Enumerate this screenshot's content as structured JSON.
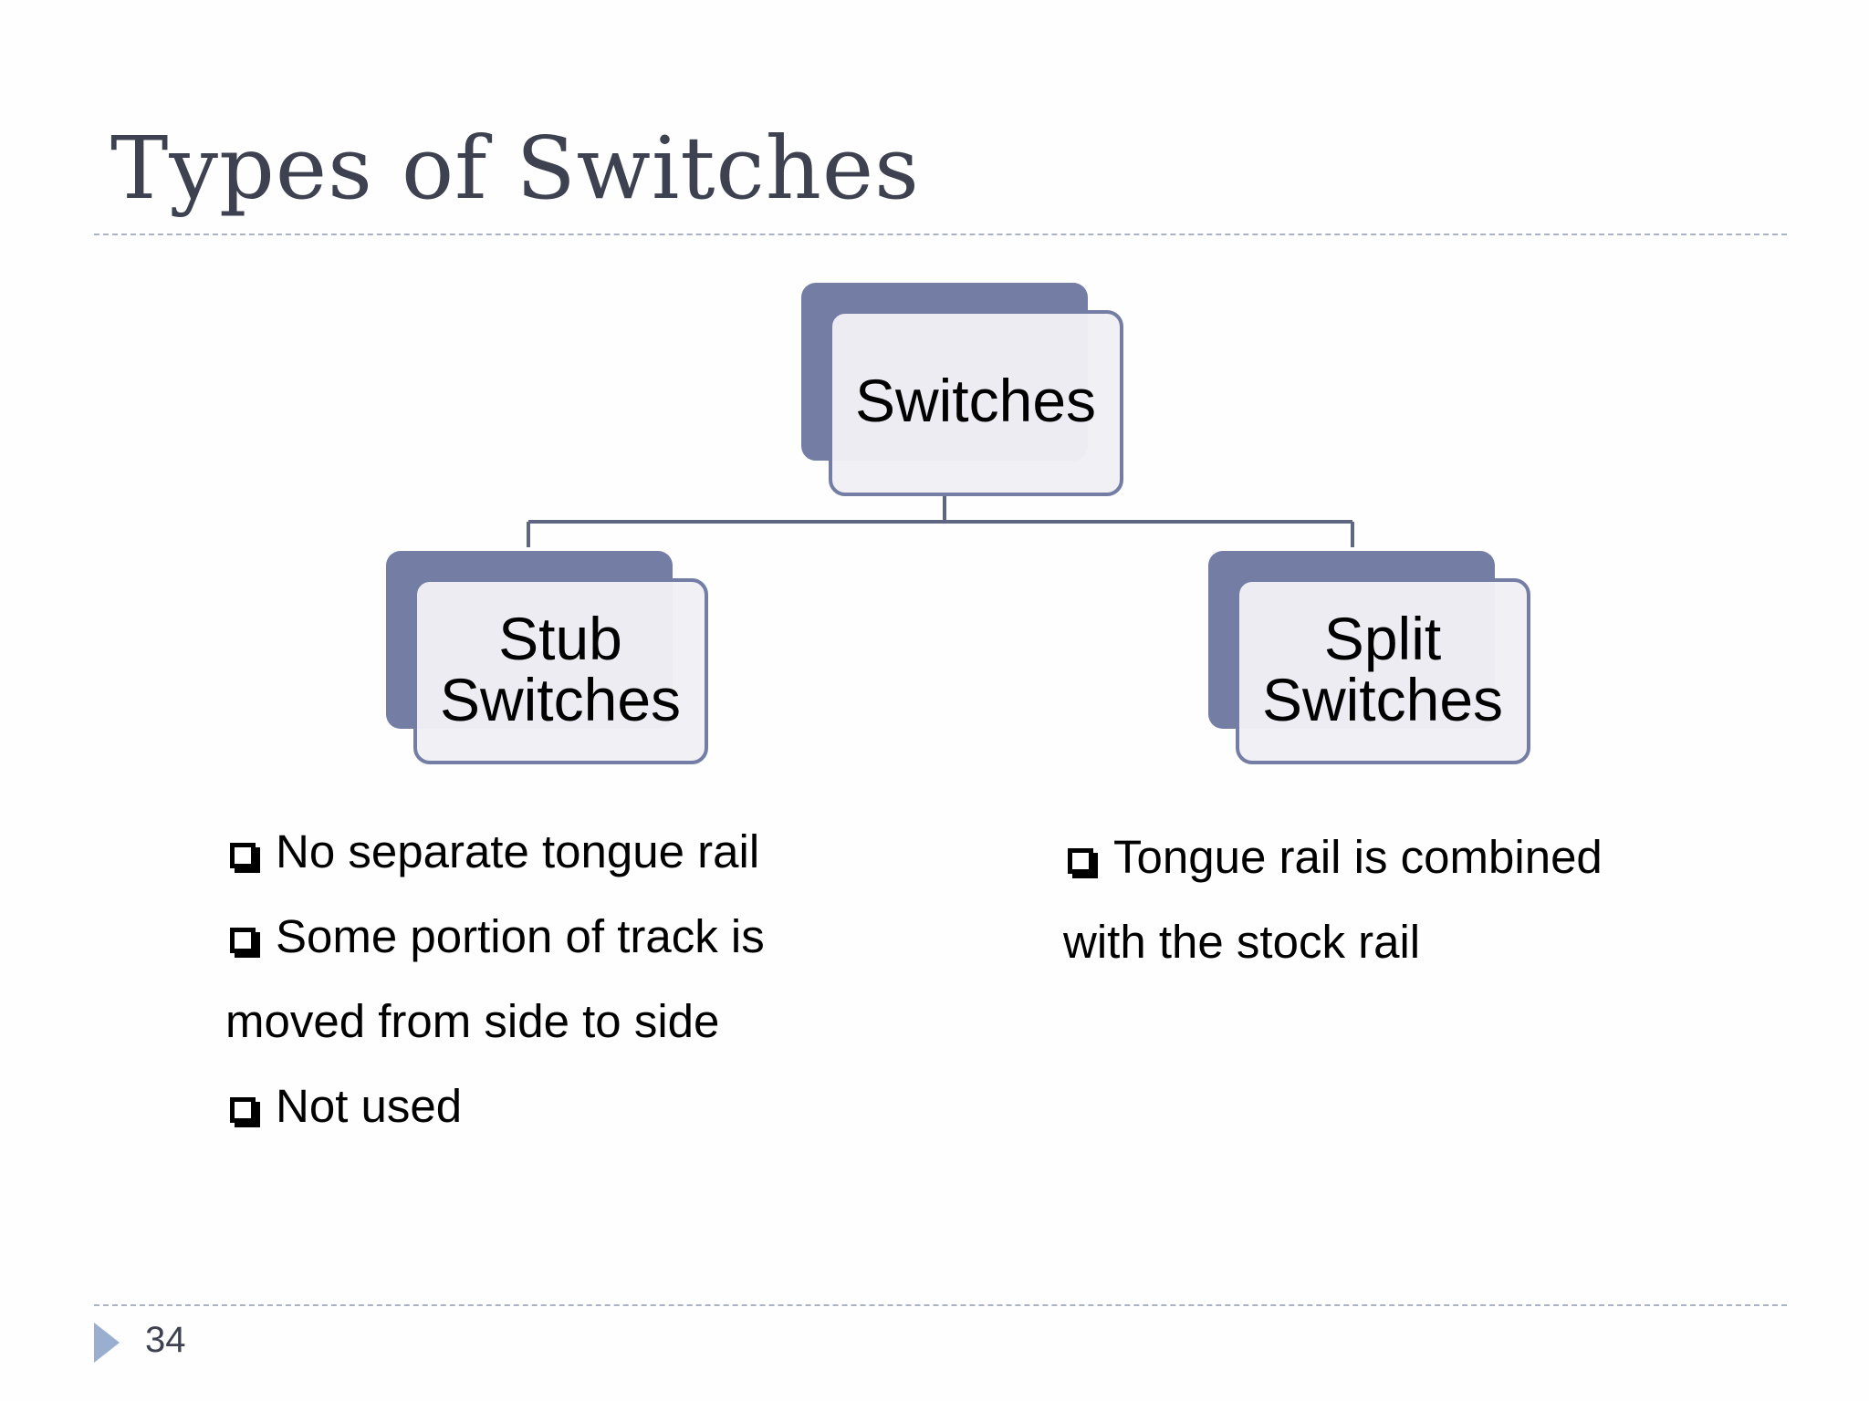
{
  "slide": {
    "title": "Types of Switches",
    "page_number": "34"
  },
  "diagram": {
    "root": {
      "label": "Switches"
    },
    "children": [
      {
        "label_lines": [
          "Stub",
          "Switches"
        ]
      },
      {
        "label_lines": [
          "Split",
          "Switches"
        ]
      }
    ]
  },
  "left_bullets": {
    "items": [
      "No separate tongue rail",
      "Some portion of track is",
      "moved from side to side",
      "Not used"
    ]
  },
  "right_bullets": {
    "items": [
      "Tongue rail is combined",
      "with the stock rail"
    ]
  },
  "colors": {
    "accent": "#747ea5",
    "box_fill": "#f0f0f5",
    "connector": "#5e6682",
    "title": "#3d4150",
    "footer_arrow": "#9aaed0"
  },
  "icons": {
    "bullet": "checkbox-icon",
    "footer": "triangle-right-icon"
  }
}
